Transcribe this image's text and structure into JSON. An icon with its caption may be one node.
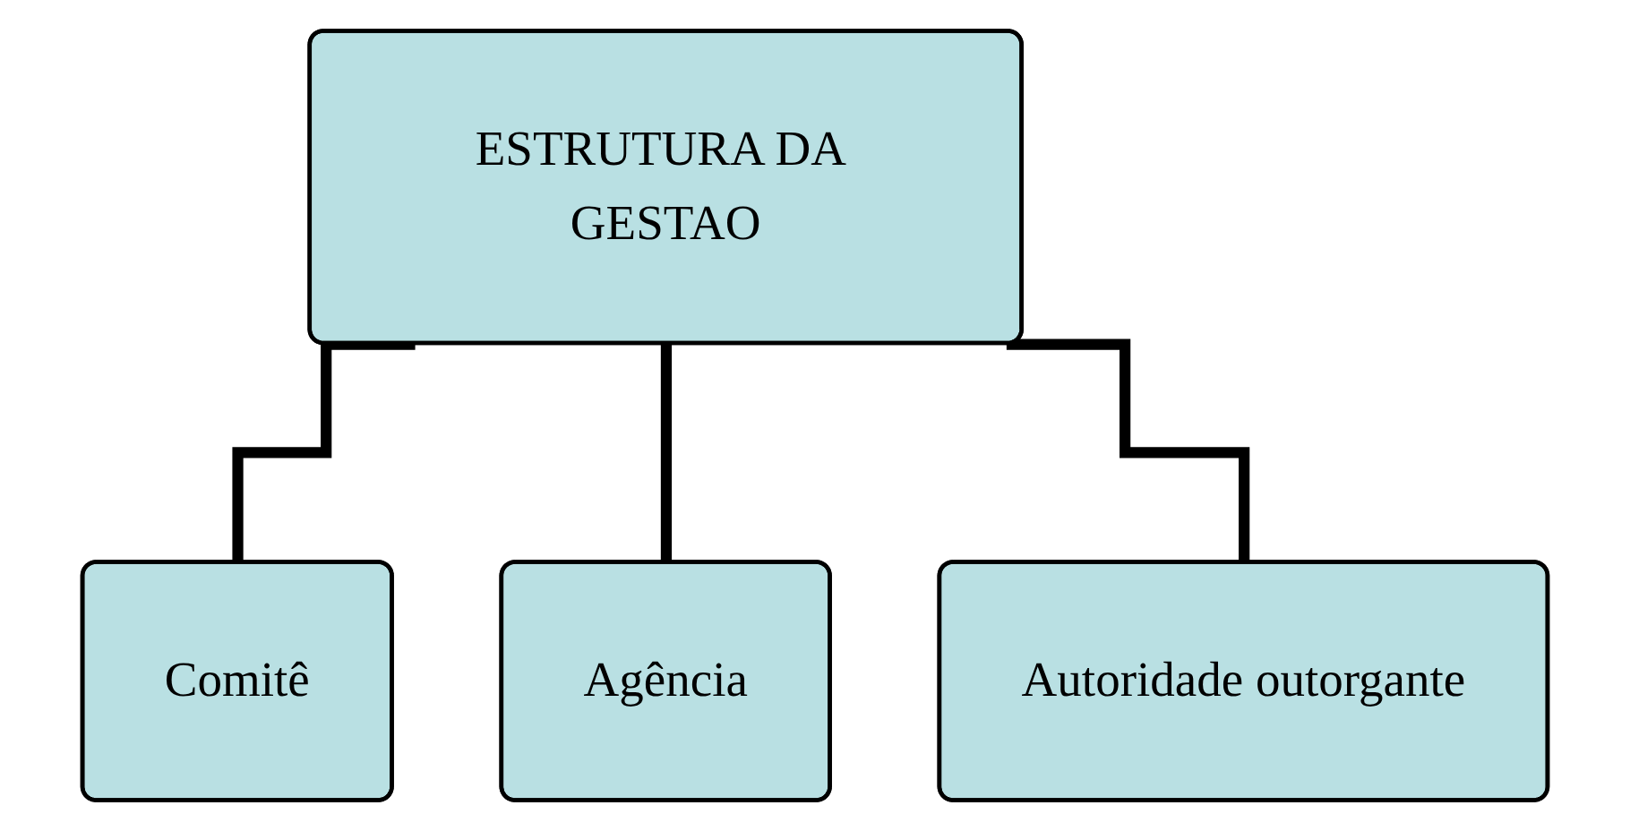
{
  "diagram": {
    "nodes": [
      {
        "text": [
          "ESTRUTURA DA GESTAO"
        ]
      },
      {
        "text": [
          "Comitê"
        ]
      },
      {
        "text": [
          "Agência"
        ]
      },
      {
        "text": [
          "Autoridade outorgante"
        ]
      }
    ],
    "edges": [
      {
        "from": 0,
        "to": 1,
        "arrow": "none"
      },
      {
        "from": 0,
        "to": 2,
        "arrow": "none"
      },
      {
        "from": 0,
        "to": 3,
        "arrow": "none"
      }
    ]
  }
}
